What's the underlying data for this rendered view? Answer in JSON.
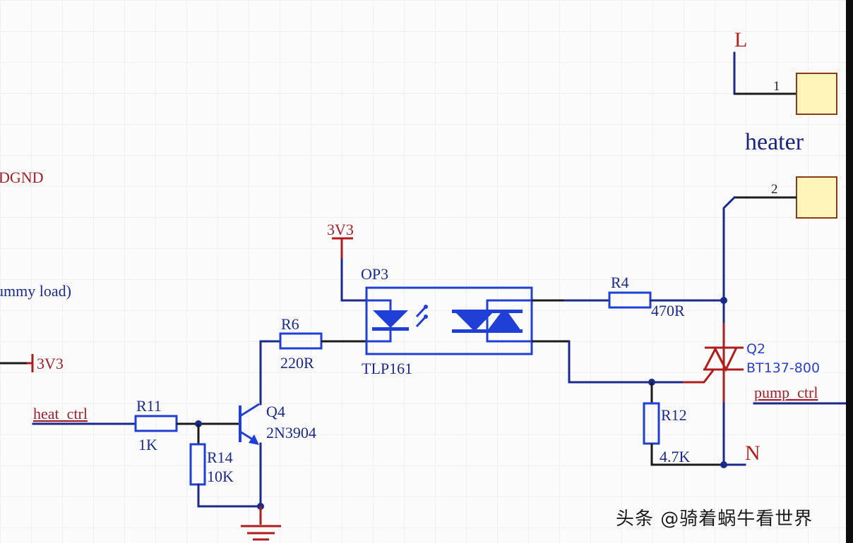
{
  "schematic": {
    "nets": {
      "dgnd": "DGND",
      "dummy_load": "ummy load)",
      "left_3v3": "3V3",
      "top_3v3": "3V3",
      "heat_ctrl": "heat_ctrl",
      "pump_ctrl": "pump_ctrl",
      "live": "L",
      "neutral": "N"
    },
    "connector": {
      "name": "heater",
      "pin1": "1",
      "pin2": "2"
    },
    "components": {
      "r11": {
        "ref": "R11",
        "value": "1K"
      },
      "r14": {
        "ref": "R14",
        "value": "10K"
      },
      "r6": {
        "ref": "R6",
        "value": "220R"
      },
      "r4": {
        "ref": "R4",
        "value": "470R"
      },
      "r12": {
        "ref": "R12",
        "value": "4.7K"
      },
      "q4": {
        "ref": "Q4",
        "value": "2N3904"
      },
      "q2": {
        "ref": "Q2",
        "value": "BT137-800"
      },
      "op3": {
        "ref": "OP3",
        "value": "TLP161"
      }
    },
    "icons": {
      "ground": "ground-symbol",
      "led": "led-diode-symbol",
      "triac": "triac-symbol",
      "npn": "npn-transistor-symbol"
    }
  },
  "watermark": "头条 @骑着蜗牛看世界"
}
